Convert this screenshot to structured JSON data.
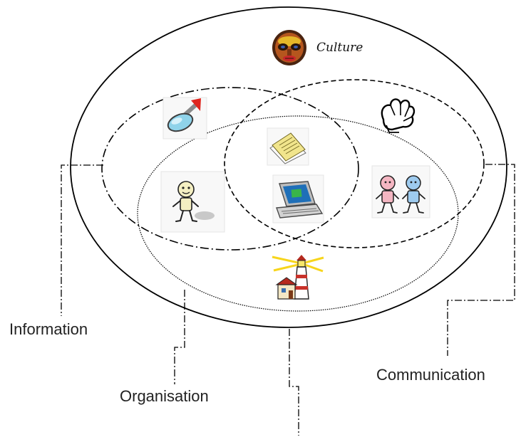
{
  "labels": {
    "culture": "Culture",
    "information": "Information",
    "organisation": "Organisation",
    "communication": "Communication"
  },
  "icons": [
    "culture-mask-icon",
    "magnifier-icon",
    "hand-icon",
    "notes-icon",
    "laptop-icon",
    "person-icon",
    "two-people-icon",
    "lighthouse-icon"
  ]
}
